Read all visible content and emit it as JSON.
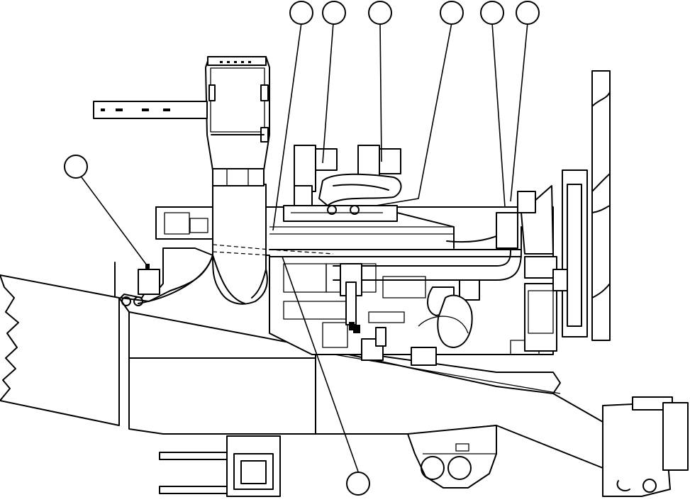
{
  "diagram": {
    "type": "engine-side-view-line-drawing",
    "callouts": [
      {
        "id": "callout-1",
        "label": ""
      },
      {
        "id": "callout-2",
        "label": ""
      },
      {
        "id": "callout-3",
        "label": ""
      },
      {
        "id": "callout-4",
        "label": ""
      },
      {
        "id": "callout-5",
        "label": ""
      },
      {
        "id": "callout-6",
        "label": ""
      },
      {
        "id": "callout-7",
        "label": ""
      },
      {
        "id": "callout-8",
        "label": ""
      }
    ],
    "colors": {
      "ink": "#000000",
      "paper": "#ffffff"
    }
  }
}
